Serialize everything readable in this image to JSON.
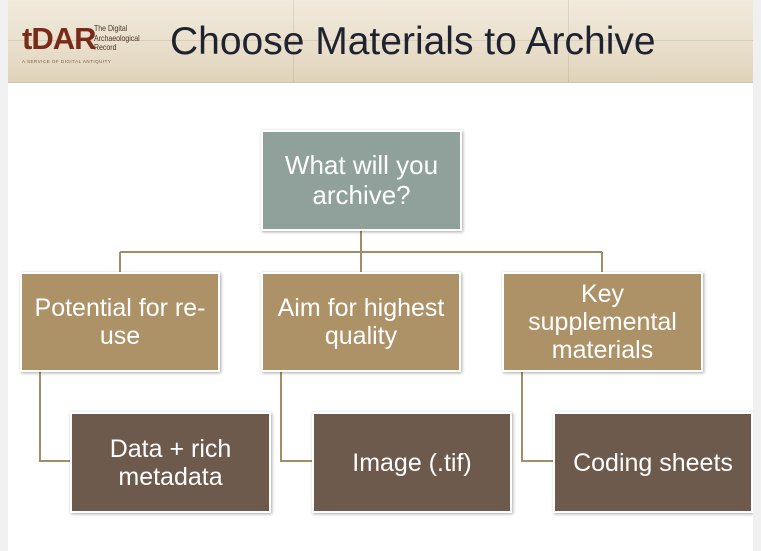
{
  "header": {
    "logo_mark": "tDAR",
    "logo_text": "The Digital\nArchaeological\nRecord",
    "logo_tagline": "A SERVICE OF DIGITAL ANTIQUITY",
    "title": "Choose Materials to Archive"
  },
  "diagram": {
    "root": "What will you archive?",
    "branches": [
      {
        "label": "Potential for re-use",
        "child": "Data + rich metadata"
      },
      {
        "label": "Aim for highest quality",
        "child": "Image (.tif)"
      },
      {
        "label": "Key supplemental materials",
        "child": "Coding sheets"
      }
    ]
  },
  "colors": {
    "root_fill": "#8fa19a",
    "branch_fill": "#ad9268",
    "leaf_fill": "#6e5a4d",
    "connector": "#a48c64"
  }
}
